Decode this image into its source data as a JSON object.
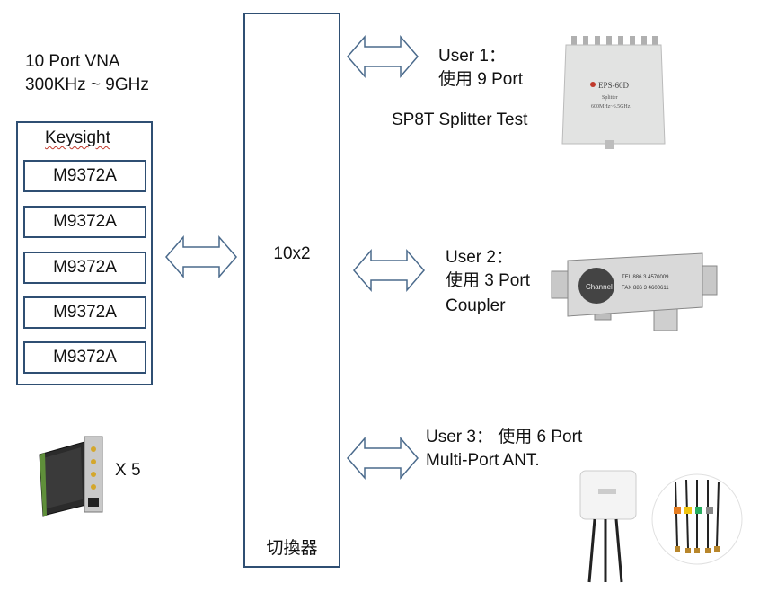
{
  "vna": {
    "line1": "10 Port VNA",
    "line2": "300KHz ~ 9GHz",
    "vendor": "Keysight",
    "modules": [
      "M9372A",
      "M9372A",
      "M9372A",
      "M9372A",
      "M9372A"
    ],
    "count_label": "X 5"
  },
  "switch": {
    "ports": "10x2",
    "name": "切換器"
  },
  "users": [
    {
      "title": "User 1：",
      "detail": "使用 9 Port",
      "device": "SP8T Splitter Test",
      "device_markings": [
        "EPS-60D",
        "Splitter",
        "600MHz~6.5GHz"
      ]
    },
    {
      "title": "User 2：",
      "detail": "使用 3 Port",
      "device": "Coupler",
      "device_markings": [
        "Channel",
        "TEL 886 3 4570009",
        "FAX 886 3 4600611"
      ]
    },
    {
      "title": "User 3：",
      "detail": "使用 6 Port",
      "device": "Multi-Port ANT."
    }
  ],
  "colors": {
    "box_border": "#2f4f73",
    "arrow_stroke": "#4a6a8c",
    "arrow_fill": "#ffffff"
  }
}
